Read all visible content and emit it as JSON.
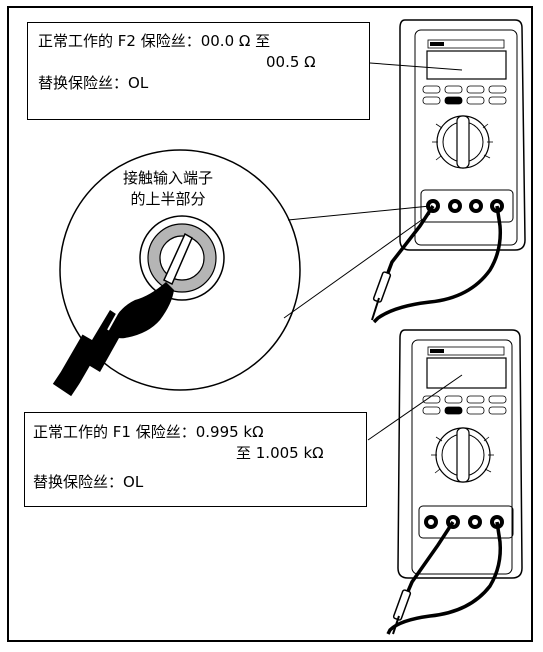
{
  "callouts": {
    "f2": {
      "label": "正常工作的 F2 保险丝：",
      "range_low": "00.0 Ω 至",
      "range_high": "00.5 Ω",
      "replace_label": "替换保险丝：",
      "replace_value": "OL"
    },
    "f1": {
      "label": "正常工作的 F1 保险丝：",
      "range_low": "0.995 kΩ",
      "range_high": "至 1.005 kΩ",
      "replace_label": "替换保险丝：",
      "replace_value": "OL"
    }
  },
  "magnifier": {
    "caption_line1": "接触输入端子",
    "caption_line2": "的上半部分"
  }
}
